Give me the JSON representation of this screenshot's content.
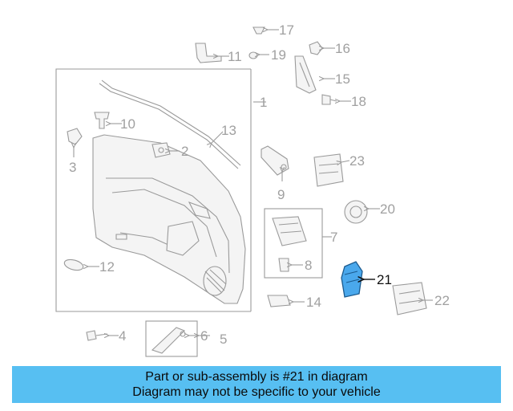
{
  "diagram": {
    "callouts": [
      "1",
      "2",
      "3",
      "4",
      "5",
      "6",
      "7",
      "8",
      "9",
      "10",
      "11",
      "12",
      "13",
      "14",
      "15",
      "16",
      "17",
      "18",
      "19",
      "20",
      "21",
      "22",
      "23"
    ],
    "highlight": "21",
    "highlight_color": "#4aa8ec",
    "part_color": "#9a9a9a"
  },
  "banner": {
    "line1": "Part or sub-assembly is #21 in diagram",
    "line2": "Diagram may not be specific to your vehicle",
    "background": "#57bff2"
  }
}
